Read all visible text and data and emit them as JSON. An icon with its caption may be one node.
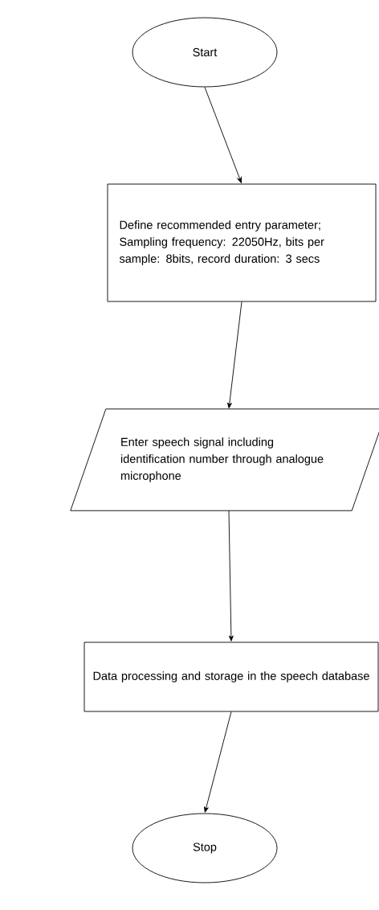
{
  "diagram": {
    "nodes": [
      {
        "text": [
          "Start"
        ]
      },
      {
        "text": [
          "Define recommended entry parameter; Sampling frequency: 22050Hz, bits per sample: 8bits, record duration: 3 secs"
        ]
      },
      {
        "text": [
          "Enter speech signal including identification number through analogue microphone"
        ]
      },
      {
        "text": [
          "Data processing and storage in the speech database"
        ]
      },
      {
        "text": [
          "Stop"
        ]
      }
    ],
    "edges": [
      {
        "from": 0,
        "to": 1,
        "arrow": "to"
      },
      {
        "from": 1,
        "to": 2,
        "arrow": "to"
      },
      {
        "from": 2,
        "to": 3,
        "arrow": "to"
      },
      {
        "from": 3,
        "to": 4,
        "arrow": "to"
      }
    ]
  }
}
